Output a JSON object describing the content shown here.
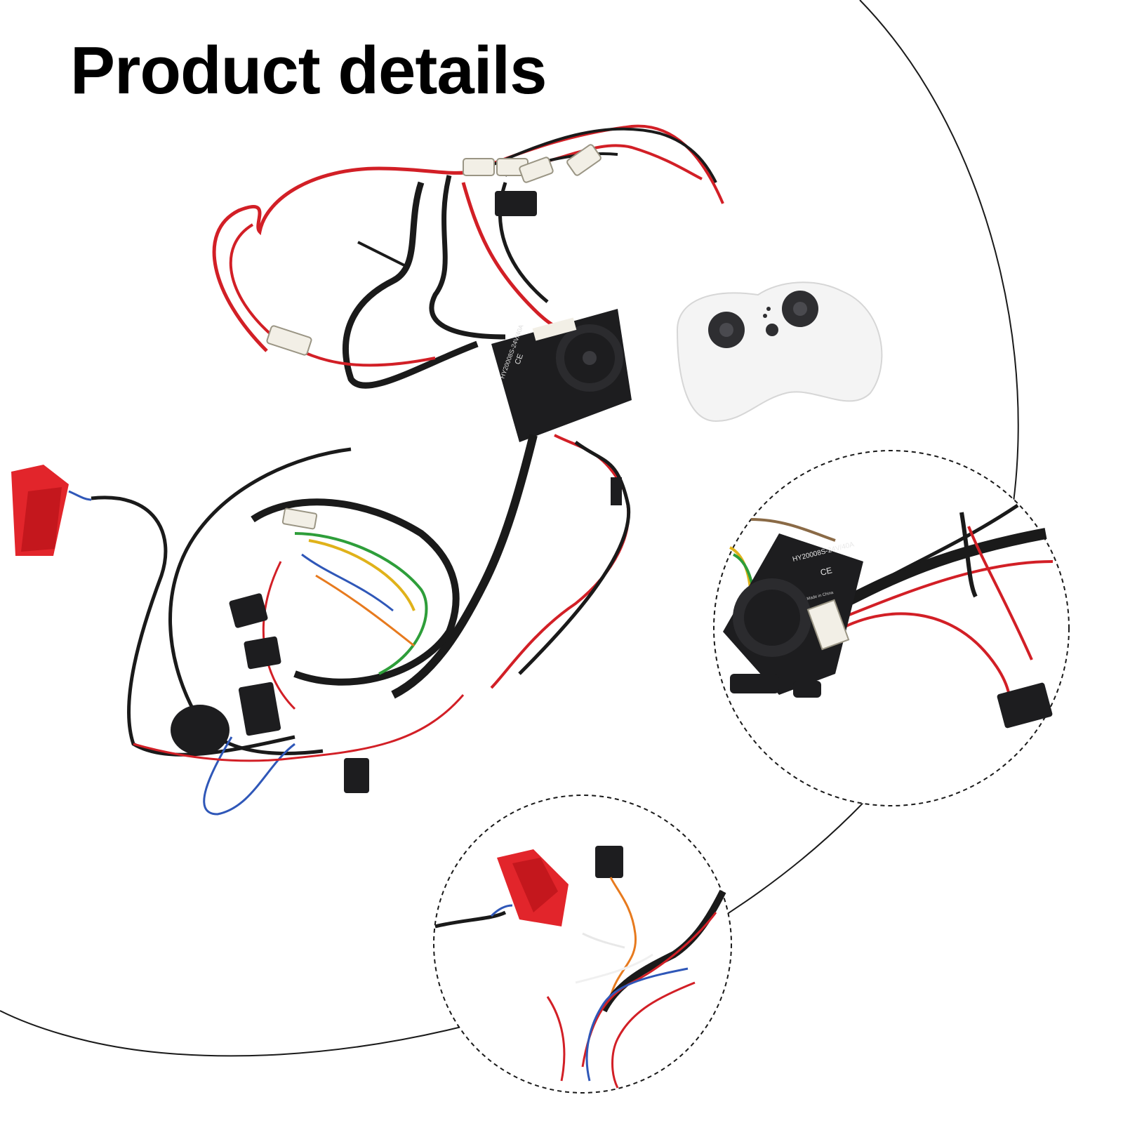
{
  "header": {
    "title": "Product details"
  },
  "product": {
    "controller_model_label": "HY20008S-24V/40A",
    "controller_cert_label": "CE",
    "inset_controller_model_label": "HY20008S-24V/40A",
    "inset_controller_cert_label": "CE",
    "inset_made_in_label": "Made in China"
  },
  "colors": {
    "wire_red": "#d21f26",
    "wire_black": "#1a1a1a",
    "wire_blue": "#2f57b8",
    "wire_green": "#2e9e3a",
    "wire_yellow": "#e0b21a",
    "wire_orange": "#e77a1e",
    "pedal_red": "#e2252b",
    "remote_white": "#f4f4f4",
    "controller_black": "#1d1d1f"
  }
}
